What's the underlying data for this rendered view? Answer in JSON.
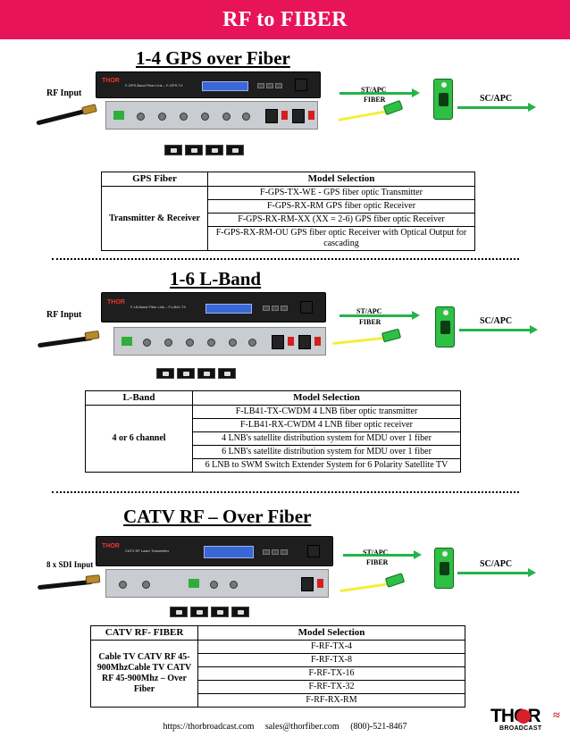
{
  "header": {
    "title": "RF to FIBER"
  },
  "sections": [
    {
      "title": "1-4 GPS over Fiber",
      "input_label": "RF Input",
      "fiber_label_1": "ST/APC",
      "fiber_label_2": "FIBER",
      "output_label": "SC/APC",
      "table": {
        "col1_header": "GPS Fiber",
        "col2_header": "Model Selection",
        "side_label": "Transmitter & Receiver",
        "rows": [
          "F-GPS-TX-WE - GPS fiber optic Transmitter",
          "F-GPS-RX-RM  GPS fiber optic Receiver",
          "F-GPS-RX-RM-XX  (XX = 2-6)  GPS fiber optic Receiver",
          "F-GPS-RX-RM-OU  GPS fiber optic Receiver with Optical Output for cascading"
        ]
      }
    },
    {
      "title": "1-6 L-Band",
      "input_label": "RF Input",
      "fiber_label_1": "ST/APC",
      "fiber_label_2": "FIBER",
      "output_label": "SC/APC",
      "table": {
        "col1_header": "L-Band",
        "col2_header": "Model Selection",
        "side_label": "4 or 6 channel",
        "rows": [
          "F-LB41-TX-CWDM 4 LNB fiber optic transmitter",
          "F-LB41-RX-CWDM 4 LNB fiber optic receiver",
          "4 LNB's satellite distribution system for MDU over 1 fiber",
          "6 LNB's satellite distribution system for MDU over 1 fiber",
          "6 LNB to SWM Switch Extender System for 6 Polarity Satellite TV"
        ]
      }
    },
    {
      "title": "CATV RF – Over Fiber",
      "input_label": "8 x SDI Input",
      "fiber_label_1": "ST/APC",
      "fiber_label_2": "FIBER",
      "output_label": "SC/APC",
      "table": {
        "col1_header": "CATV RF- FIBER",
        "col2_header": "Model Selection",
        "side_label": "Cable TV CATV RF 45-900MhzCable TV CATV RF 45-900Mhz – Over Fiber",
        "rows": [
          "F-RF-TX-4",
          "F-RF-TX-8",
          "F-RF-TX-16",
          "F-RF-TX-32",
          "F-RF-RX-RM"
        ]
      }
    }
  ],
  "devices": {
    "brand": "THOR",
    "model_gps": "F-GPS-Band Fiber Link – F-GPS-TX",
    "model_lband": "F-LB-Band Fiber Link – F-LB41-TX",
    "model_catv": "CATV RF Laser Transmitter"
  },
  "footer": {
    "url": "https://thorbroadcast.com",
    "email": "sales@thorfiber.com",
    "phone": "(800)-521-8467"
  },
  "logo": {
    "text": "THOR",
    "sub": "BROADCAST"
  },
  "colors": {
    "banner": "#e8145a",
    "fiber_green": "#23b34a",
    "fiber_yellow": "#f3ef3a"
  }
}
